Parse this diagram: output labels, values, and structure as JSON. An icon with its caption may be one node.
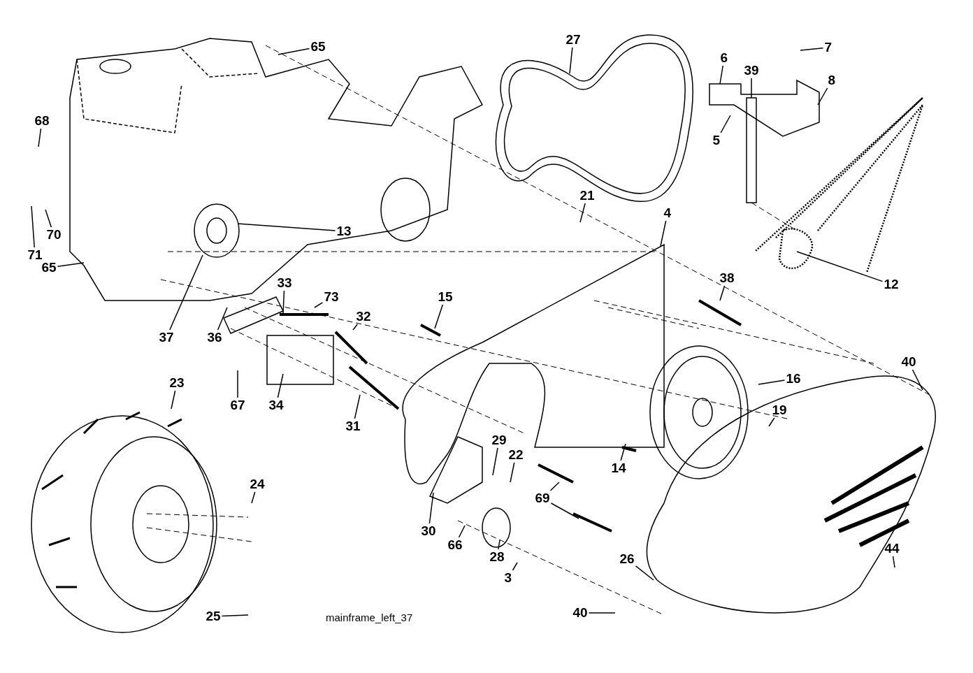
{
  "diagram": {
    "nodes": [
      {
        "text": [
          "65"
        ]
      },
      {
        "text": [
          "27"
        ]
      },
      {
        "text": [
          "7"
        ]
      },
      {
        "text": [
          "6"
        ]
      },
      {
        "text": [
          "39"
        ]
      },
      {
        "text": [
          "8"
        ]
      },
      {
        "text": [
          "68"
        ]
      },
      {
        "text": [
          "5"
        ]
      },
      {
        "text": [
          "21"
        ]
      },
      {
        "text": [
          "4"
        ]
      },
      {
        "text": [
          "70"
        ]
      },
      {
        "text": [
          "13"
        ]
      },
      {
        "text": [
          "71"
        ]
      },
      {
        "text": [
          "65"
        ]
      },
      {
        "text": [
          "38"
        ]
      },
      {
        "text": [
          "33"
        ]
      },
      {
        "text": [
          "12"
        ]
      },
      {
        "text": [
          "73"
        ]
      },
      {
        "text": [
          "15"
        ]
      },
      {
        "text": [
          "32"
        ]
      },
      {
        "text": [
          "37"
        ]
      },
      {
        "text": [
          "36"
        ]
      },
      {
        "text": [
          "23"
        ]
      },
      {
        "text": [
          "40"
        ]
      },
      {
        "text": [
          "16"
        ]
      },
      {
        "text": [
          "67"
        ]
      },
      {
        "text": [
          "34"
        ]
      },
      {
        "text": [
          "19"
        ]
      },
      {
        "text": [
          "31"
        ]
      },
      {
        "text": [
          "29"
        ]
      },
      {
        "text": [
          "22"
        ]
      },
      {
        "text": [
          "24"
        ]
      },
      {
        "text": [
          "14"
        ]
      },
      {
        "text": [
          "69"
        ]
      },
      {
        "text": [
          "30"
        ]
      },
      {
        "text": [
          "66"
        ]
      },
      {
        "text": [
          "28"
        ]
      },
      {
        "text": [
          "3"
        ]
      },
      {
        "text": [
          "26"
        ]
      },
      {
        "text": [
          "44"
        ]
      },
      {
        "text": [
          "25"
        ]
      },
      {
        "text": [
          "40"
        ]
      }
    ],
    "edges": [
      {
        "from": 0,
        "to": null,
        "arrow": "none"
      },
      {
        "from": 1,
        "to": null,
        "arrow": "none"
      },
      {
        "from": 2,
        "to": null,
        "arrow": "none"
      },
      {
        "from": 3,
        "to": null,
        "arrow": "none"
      },
      {
        "from": 4,
        "to": null,
        "arrow": "none"
      },
      {
        "from": 5,
        "to": null,
        "arrow": "none"
      },
      {
        "from": 6,
        "to": null,
        "arrow": "none"
      },
      {
        "from": 7,
        "to": null,
        "arrow": "none"
      },
      {
        "from": 8,
        "to": null,
        "arrow": "none"
      },
      {
        "from": 9,
        "to": null,
        "arrow": "none"
      },
      {
        "from": 10,
        "to": null,
        "arrow": "none"
      },
      {
        "from": 11,
        "to": null,
        "arrow": "none"
      },
      {
        "from": 12,
        "to": null,
        "arrow": "none"
      },
      {
        "from": 13,
        "to": null,
        "arrow": "none"
      },
      {
        "from": 14,
        "to": null,
        "arrow": "none"
      },
      {
        "from": 15,
        "to": null,
        "arrow": "none"
      },
      {
        "from": 16,
        "to": null,
        "arrow": "none"
      },
      {
        "from": 17,
        "to": null,
        "arrow": "none"
      },
      {
        "from": 18,
        "to": null,
        "arrow": "none"
      },
      {
        "from": 19,
        "to": null,
        "arrow": "none"
      },
      {
        "from": 20,
        "to": null,
        "arrow": "none"
      },
      {
        "from": 21,
        "to": null,
        "arrow": "none"
      },
      {
        "from": 22,
        "to": null,
        "arrow": "none"
      },
      {
        "from": 23,
        "to": null,
        "arrow": "none"
      },
      {
        "from": 24,
        "to": null,
        "arrow": "none"
      },
      {
        "from": 25,
        "to": null,
        "arrow": "none"
      },
      {
        "from": 26,
        "to": null,
        "arrow": "none"
      },
      {
        "from": 27,
        "to": null,
        "arrow": "none"
      },
      {
        "from": 28,
        "to": null,
        "arrow": "none"
      },
      {
        "from": 29,
        "to": null,
        "arrow": "none"
      },
      {
        "from": 30,
        "to": null,
        "arrow": "none"
      },
      {
        "from": 31,
        "to": null,
        "arrow": "none"
      },
      {
        "from": 32,
        "to": null,
        "arrow": "none"
      },
      {
        "from": 33,
        "to": null,
        "arrow": "none"
      },
      {
        "from": 34,
        "to": null,
        "arrow": "none"
      },
      {
        "from": 35,
        "to": null,
        "arrow": "none"
      },
      {
        "from": 36,
        "to": null,
        "arrow": "none"
      },
      {
        "from": 37,
        "to": null,
        "arrow": "none"
      },
      {
        "from": 38,
        "to": null,
        "arrow": "none"
      },
      {
        "from": 39,
        "to": null,
        "arrow": "none"
      },
      {
        "from": 40,
        "to": null,
        "arrow": "none"
      },
      {
        "from": 41,
        "to": null,
        "arrow": "none"
      },
      {
        "from": 33,
        "to": null,
        "arrow": "none"
      }
    ],
    "labels": [
      "mainframe_left_37"
    ]
  }
}
